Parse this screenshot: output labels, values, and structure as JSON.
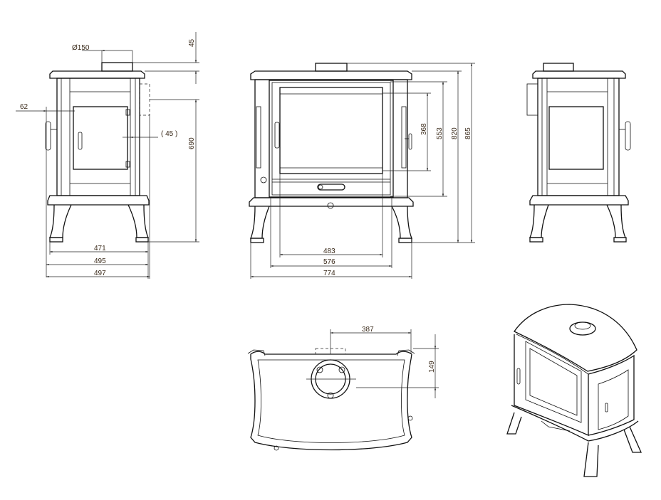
{
  "side_view_left": {
    "flue_diameter": "Ø150",
    "flue_height": "45",
    "flue_offset": "62",
    "rear_offset": "( 45 )",
    "height_to_flue_axis": "690",
    "widths": [
      "471",
      "495",
      "497"
    ]
  },
  "front_view": {
    "widths": [
      "483",
      "576",
      "774"
    ],
    "heights": [
      "368",
      "553",
      "820",
      "865"
    ]
  },
  "top_view": {
    "flue_offset_x": "387",
    "flue_offset_y": "149"
  }
}
